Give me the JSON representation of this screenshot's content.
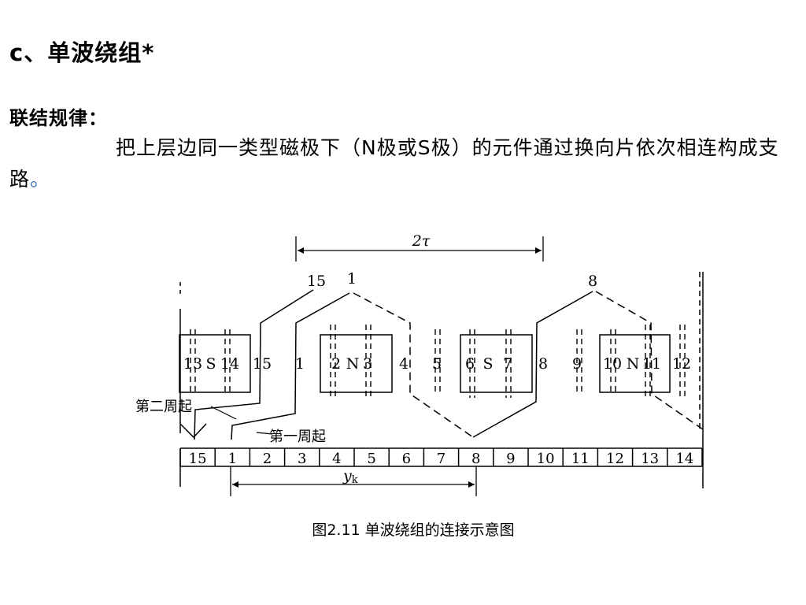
{
  "heading": "c、单波绕组*",
  "rule_label": "联结规律：",
  "rule_text": "把上层边同一类型磁极下（N极或S极）的元件通过换向片依次相连构成支路",
  "rule_end": "。",
  "figure": {
    "span_label": "2τ",
    "yk_label": "y",
    "yk_sub": "k",
    "top_labels": [
      "15",
      "1",
      "8"
    ],
    "second_turn_label": "第二周起",
    "first_turn_label": "第一周起",
    "slot_labels": [
      "13",
      "S",
      "14",
      "15",
      "1",
      "2",
      "N",
      "3",
      "4",
      "5",
      "6",
      "S",
      "7",
      "8",
      "9",
      "10",
      "N",
      "11",
      "12"
    ],
    "commutator_labels": [
      "15",
      "1",
      "2",
      "3",
      "4",
      "5",
      "6",
      "7",
      "8",
      "9",
      "10",
      "11",
      "12",
      "13",
      "14"
    ]
  },
  "caption": "图2.11  单波绕组的连接示意图"
}
